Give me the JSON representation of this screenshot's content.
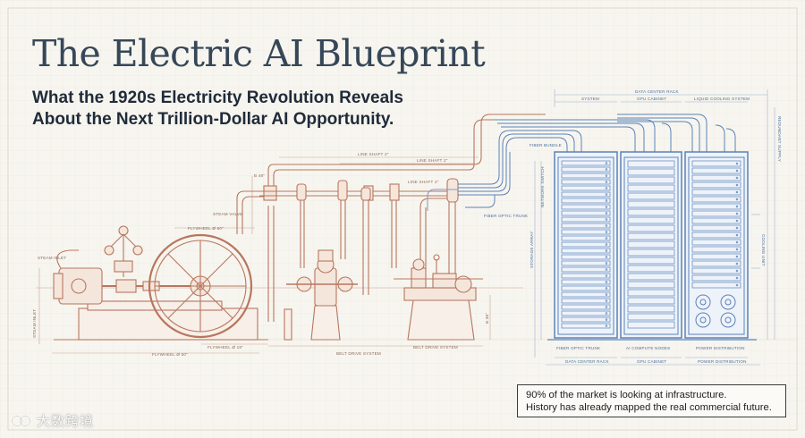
{
  "title": "The Electric AI Blueprint",
  "subtitle_lines": [
    "What the 1920s Electricity Revolution Reveals",
    "About the Next Trillion-Dollar AI Opportunity."
  ],
  "callout_lines": [
    "90% of the market is looking at infrastructure.",
    "History has already mapped the real commercial future."
  ],
  "watermark": "大数跨境",
  "colors": {
    "background": "#f7f5ef",
    "steam_line": "#b8765e",
    "digital_line": "#5a82b8",
    "title": "#364758",
    "subtitle": "#1f2b3a"
  },
  "steam_labels": {
    "line_shaft_top": "LINE SHAFT 2\"",
    "line_shaft_mid": "LINE SHAFT 2\"",
    "line_shaft_small": "LINE SHAFT 2\"",
    "dim_48": "B 48\"",
    "steam_valve_upper": "STEAM VALVE",
    "flywheel_top": "FLYWHEEL Ø 60\"",
    "steam_inlet": "STEAM INLET",
    "steam_inlet_side": "STEAM INLET",
    "flywheel_low": "FLYWHEEL Ø 18\"",
    "flywheel_bottom": "FLYWHEEL Ø 60\"",
    "belt_drive": "BELT DRIVE SYSTEM",
    "belt_drive_right": "BELT DRIVE SYSTEM",
    "dim_right": "B 36\""
  },
  "digital_labels": {
    "data_center_rack_top": "DATA CENTER RACK",
    "system": "SYSTEM",
    "gpu_cabinet": "GPU CABINET",
    "liquid_cooling": "LIQUID COOLING SYSTEM",
    "fiber_optic_trunk": "FIBER OPTIC TRUNK",
    "fiber_bundle": "FIBER BUNDLE",
    "fiber_bottom": "FIBER OPTIC TRUNK",
    "ai_compute_nodes": "AI COMPUTE NODES",
    "power_distribution": "POWER DISTRIBUTION",
    "data_center_rack_bottom": "DATA CENTER RACK",
    "gpu_cabinet_bottom": "GPU CABINET",
    "power_distribution_bottom": "POWER DISTRIBUTION",
    "side_left_1": "NETWORK SWITCH",
    "side_left_2": "STORAGE ARRAY",
    "side_right_1": "REDUNDANT SUPPLY",
    "side_right_2": "COOLING UNIT"
  }
}
